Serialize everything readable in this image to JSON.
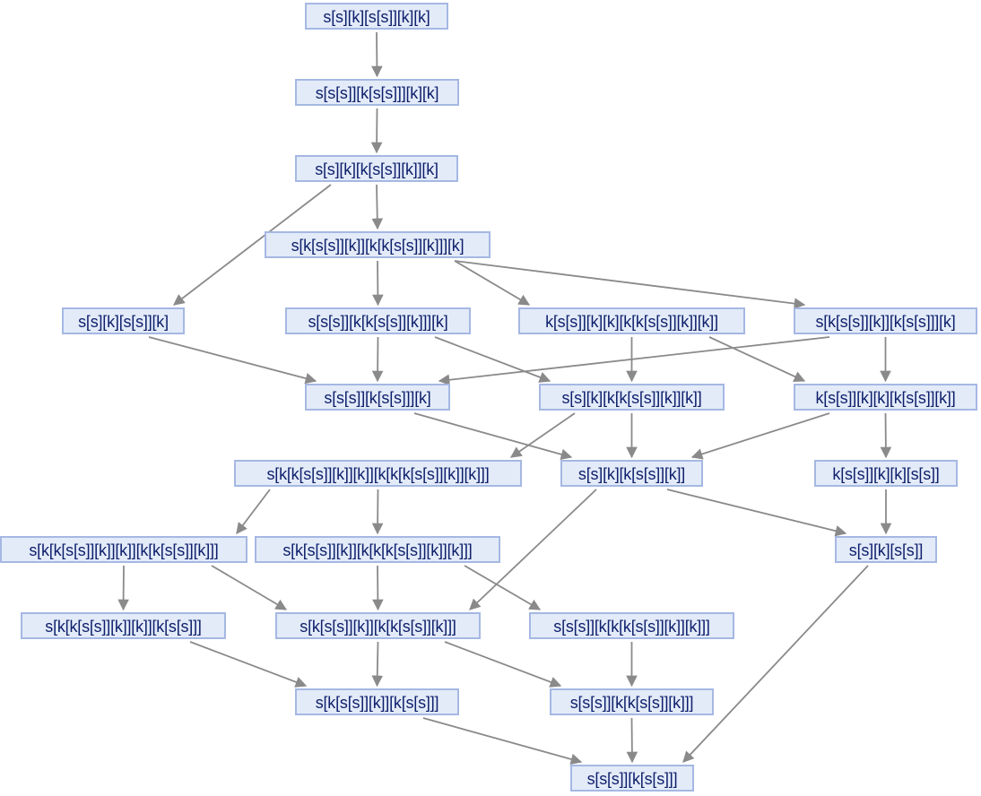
{
  "colors": {
    "node_fill": "#e3ebf9",
    "node_border": "#a5b8e3",
    "node_text": "#0e1f6b",
    "edge": "#8a8a8a"
  },
  "nodes": [
    {
      "id": "n0",
      "label": "s[s][k][s[s]][k][k]"
    },
    {
      "id": "n1",
      "label": "s[s[s]][k[s[s]]][k][k]"
    },
    {
      "id": "n2",
      "label": "s[s][k][k[s[s]][k]][k]"
    },
    {
      "id": "n3",
      "label": "s[k[s[s]][k]][k[k[s[s]][k]]][k]"
    },
    {
      "id": "n4",
      "label": "s[s][k][s[s]][k]"
    },
    {
      "id": "n5",
      "label": "s[s[s]][k[k[s[s]][k]]][k]"
    },
    {
      "id": "n6",
      "label": "k[s[s]][k][k][k[k[s[s]][k]][k]]"
    },
    {
      "id": "n7",
      "label": "s[k[s[s]][k]][k[s[s]]][k]"
    },
    {
      "id": "n8",
      "label": "s[s[s]][k[s[s]]][k]"
    },
    {
      "id": "n9",
      "label": "s[s][k][k[k[s[s]][k]][k]]"
    },
    {
      "id": "n10",
      "label": "k[s[s]][k][k][k[s[s]][k]]"
    },
    {
      "id": "n11",
      "label": "s[k[k[s[s]][k]][k]][k[k[k[s[s]][k]][k]]]"
    },
    {
      "id": "n12",
      "label": "s[s][k][k[s[s]][k]]"
    },
    {
      "id": "n13",
      "label": "k[s[s]][k][k][s[s]]"
    },
    {
      "id": "n14",
      "label": "s[k[k[s[s]][k]][k]][k[k[s[s]][k]]]"
    },
    {
      "id": "n15",
      "label": "s[k[s[s]][k]][k[k[k[s[s]][k]][k]]]"
    },
    {
      "id": "n16",
      "label": "s[s][k][s[s]]"
    },
    {
      "id": "n17",
      "label": "s[k[k[s[s]][k]][k]][k[s[s]]]"
    },
    {
      "id": "n18",
      "label": "s[k[s[s]][k]][k[k[s[s]][k]]]"
    },
    {
      "id": "n19",
      "label": "s[s[s]][k[k[k[s[s]][k]][k]]]"
    },
    {
      "id": "n20",
      "label": "s[k[s[s]][k]][k[s[s]]]"
    },
    {
      "id": "n21",
      "label": "s[s[s]][k[k[s[s]][k]]]"
    },
    {
      "id": "n22",
      "label": "s[s[s]][k[s[s]]]"
    }
  ],
  "edges": [
    [
      "n0",
      "n1"
    ],
    [
      "n1",
      "n2"
    ],
    [
      "n2",
      "n3"
    ],
    [
      "n2",
      "n4"
    ],
    [
      "n3",
      "n5"
    ],
    [
      "n3",
      "n6"
    ],
    [
      "n3",
      "n7"
    ],
    [
      "n4",
      "n8"
    ],
    [
      "n5",
      "n8"
    ],
    [
      "n5",
      "n9"
    ],
    [
      "n7",
      "n8"
    ],
    [
      "n6",
      "n9"
    ],
    [
      "n6",
      "n10"
    ],
    [
      "n7",
      "n10"
    ],
    [
      "n8",
      "n12"
    ],
    [
      "n9",
      "n12"
    ],
    [
      "n9",
      "n11"
    ],
    [
      "n10",
      "n12"
    ],
    [
      "n10",
      "n13"
    ],
    [
      "n11",
      "n14"
    ],
    [
      "n11",
      "n15"
    ],
    [
      "n12",
      "n16"
    ],
    [
      "n13",
      "n16"
    ],
    [
      "n12",
      "n18"
    ],
    [
      "n14",
      "n17"
    ],
    [
      "n14",
      "n18"
    ],
    [
      "n15",
      "n18"
    ],
    [
      "n15",
      "n19"
    ],
    [
      "n17",
      "n20"
    ],
    [
      "n18",
      "n20"
    ],
    [
      "n18",
      "n21"
    ],
    [
      "n19",
      "n21"
    ],
    [
      "n20",
      "n22"
    ],
    [
      "n21",
      "n22"
    ],
    [
      "n16",
      "n22"
    ]
  ]
}
